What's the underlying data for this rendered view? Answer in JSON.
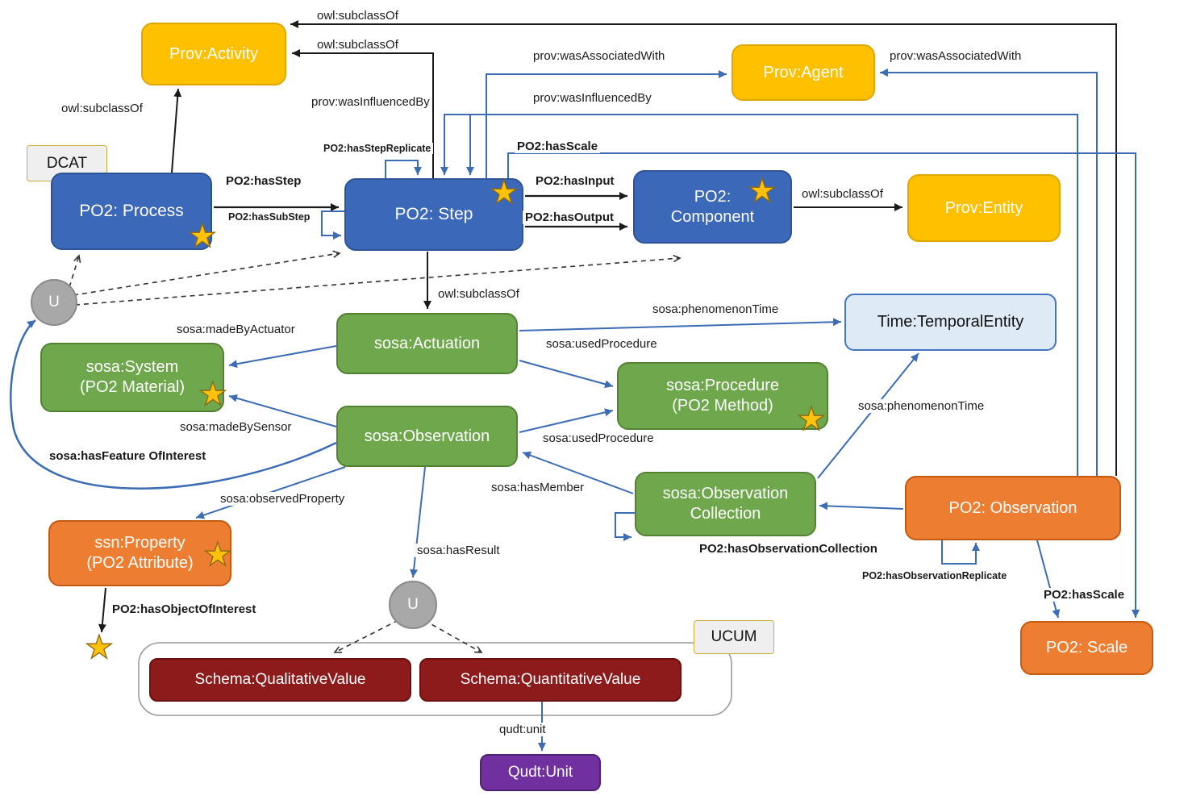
{
  "nodes": {
    "prov_activity": "Prov:Activity",
    "prov_agent": "Prov:Agent",
    "prov_entity": "Prov:Entity",
    "dcat": "DCAT",
    "po2_process": "PO2: Process",
    "po2_step": "PO2: Step",
    "po2_component": "PO2:\nComponent",
    "sosa_actuation": "sosa:Actuation",
    "sosa_system": "sosa:System\n(PO2 Material)",
    "sosa_procedure": "sosa:Procedure\n(PO2 Method)",
    "sosa_observation": "sosa:Observation",
    "time_temporal_entity": "Time:TemporalEntity",
    "sosa_observation_collection": "sosa:Observation\nCollection",
    "po2_observation": "PO2: Observation",
    "ssn_property": "ssn:Property\n(PO2 Attribute)",
    "po2_scale": "PO2: Scale",
    "schema_qualitative_value": "Schema:QualitativeValue",
    "schema_quantitative_value": "Schema:QuantitativeValue",
    "qudt_unit": "Qudt:Unit",
    "ucum": "UCUM",
    "union_node": "U"
  },
  "edge_labels": {
    "subclass_obs_activity": "owl:subclassOf",
    "subclass_step_activity": "owl:subclassOf",
    "subclass_process_activity": "owl:subclassOf",
    "subclass_component_entity": "owl:subclassOf",
    "subclass_step_actuation": "owl:subclassOf",
    "was_associated_with_step": "prov:wasAssociatedWith",
    "was_associated_with_obs": "prov:wasAssociatedWith",
    "was_influenced_by_left": "prov:wasInfluencedBy",
    "was_influenced_by_right": "prov:wasInfluencedBy",
    "has_step_replicate": "PO2:hasStepReplicate",
    "has_scale_step": "PO2:hasScale",
    "has_step": "PO2:hasStep",
    "has_sub_step": "PO2:hasSubStep",
    "has_input": "PO2:hasInput",
    "has_output": "PO2:hasOutput",
    "phenomenon_time_actuation": "sosa:phenomenonTime",
    "phenomenon_time_collection": "sosa:phenomenonTime",
    "made_by_actuator": "sosa:madeByActuator",
    "used_procedure_actuation": "sosa:usedProcedure",
    "used_procedure_observation": "sosa:usedProcedure",
    "made_by_sensor": "sosa:madeBySensor",
    "has_feature_of_interest": "sosa:hasFeature OfInterest",
    "has_member": "sosa:hasMember",
    "observed_property": "sosa:observedProperty",
    "has_result": "sosa:hasResult",
    "has_observation_collection": "PO2:hasObservationCollection",
    "has_observation_replicate": "PO2:hasObservationReplicate",
    "has_scale_observation": "PO2:hasScale",
    "has_object_of_interest": "PO2:hasObjectOfInterest",
    "qudt_unit_label": "qudt:unit"
  },
  "colors": {
    "blue_box": "#3B68B8",
    "gold_box": "#FFC000",
    "green_box": "#6FA84C",
    "orange_box": "#ED7D31",
    "dark_red_box": "#8E1B1B",
    "purple_box": "#7030A0",
    "light_blue_box": "#DEEBF7",
    "edge_blue": "#3C6CB4",
    "edge_black": "#1a1a1a",
    "star": "#FFC10A",
    "union_gray": "#A8A8A8"
  },
  "star_glyph": "★"
}
